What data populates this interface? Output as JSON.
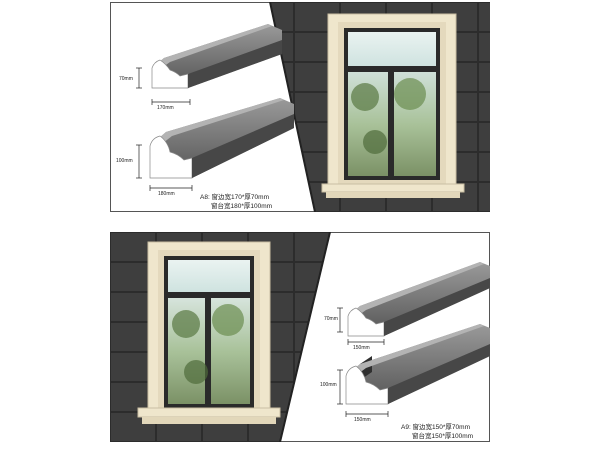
{
  "product_a8": {
    "sill_height": "70mm",
    "sill_width": "170mm",
    "ledge_height": "100mm",
    "ledge_width": "180mm",
    "caption_line1": "A8: 窗边宽170*厚70mm",
    "caption_line2": "窗台宽180*厚100mm"
  },
  "product_a9": {
    "sill_height": "70mm",
    "sill_width": "150mm",
    "ledge_height": "100mm",
    "ledge_width": "150mm",
    "caption_line1": "A9: 窗边宽150*厚70mm",
    "caption_line2": "窗台宽150*厚100mm"
  },
  "colors": {
    "wall_tile": "#3e3e3e",
    "frame_cream": "#efe6cc",
    "profile_gray": "#6b6b6b",
    "window_metal": "#2a2a2a"
  }
}
